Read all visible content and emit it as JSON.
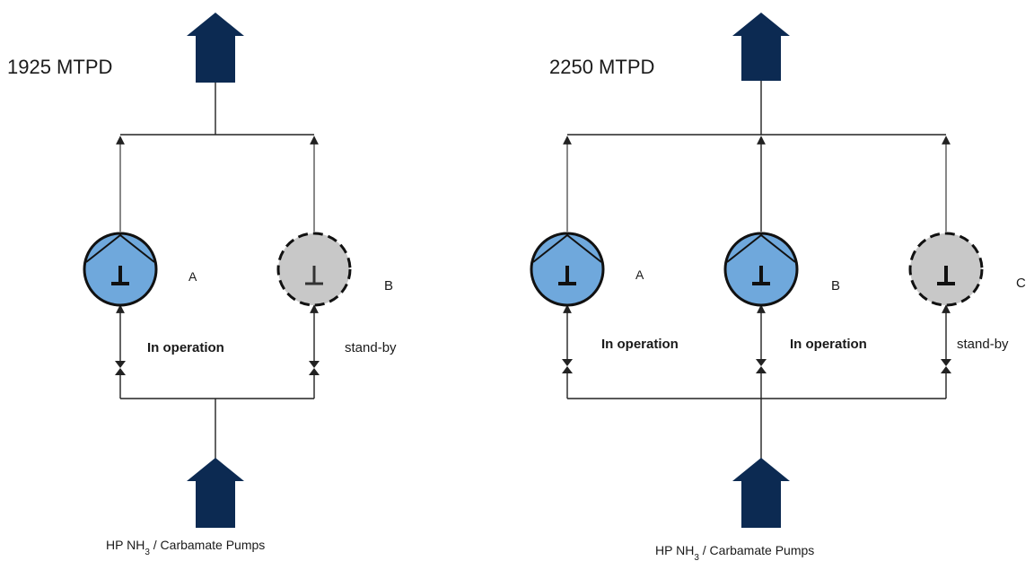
{
  "left_panel": {
    "capacity": "1925 MTPD",
    "pumps": [
      {
        "label": "A",
        "state": "operating"
      },
      {
        "label": "B",
        "state": "standby"
      }
    ],
    "status_labels": [
      "In operation",
      "stand-by"
    ],
    "footer": {
      "prefix": "HP NH",
      "subscript": "3",
      "suffix": " / Carbamate Pumps"
    }
  },
  "right_panel": {
    "capacity": "2250 MTPD",
    "pumps": [
      {
        "label": "A",
        "state": "operating"
      },
      {
        "label": "B",
        "state": "operating"
      },
      {
        "label": "C",
        "state": "standby"
      }
    ],
    "status_labels": [
      "In operation",
      "In operation",
      "stand-by"
    ],
    "footer": {
      "prefix": "HP NH",
      "subscript": "3",
      "suffix": " / Carbamate Pumps"
    }
  },
  "colors": {
    "arrow": "#0c2a52",
    "pump_operating": "#6fa8dc",
    "pump_standby": "#c8c8c8",
    "line": "#222222"
  }
}
